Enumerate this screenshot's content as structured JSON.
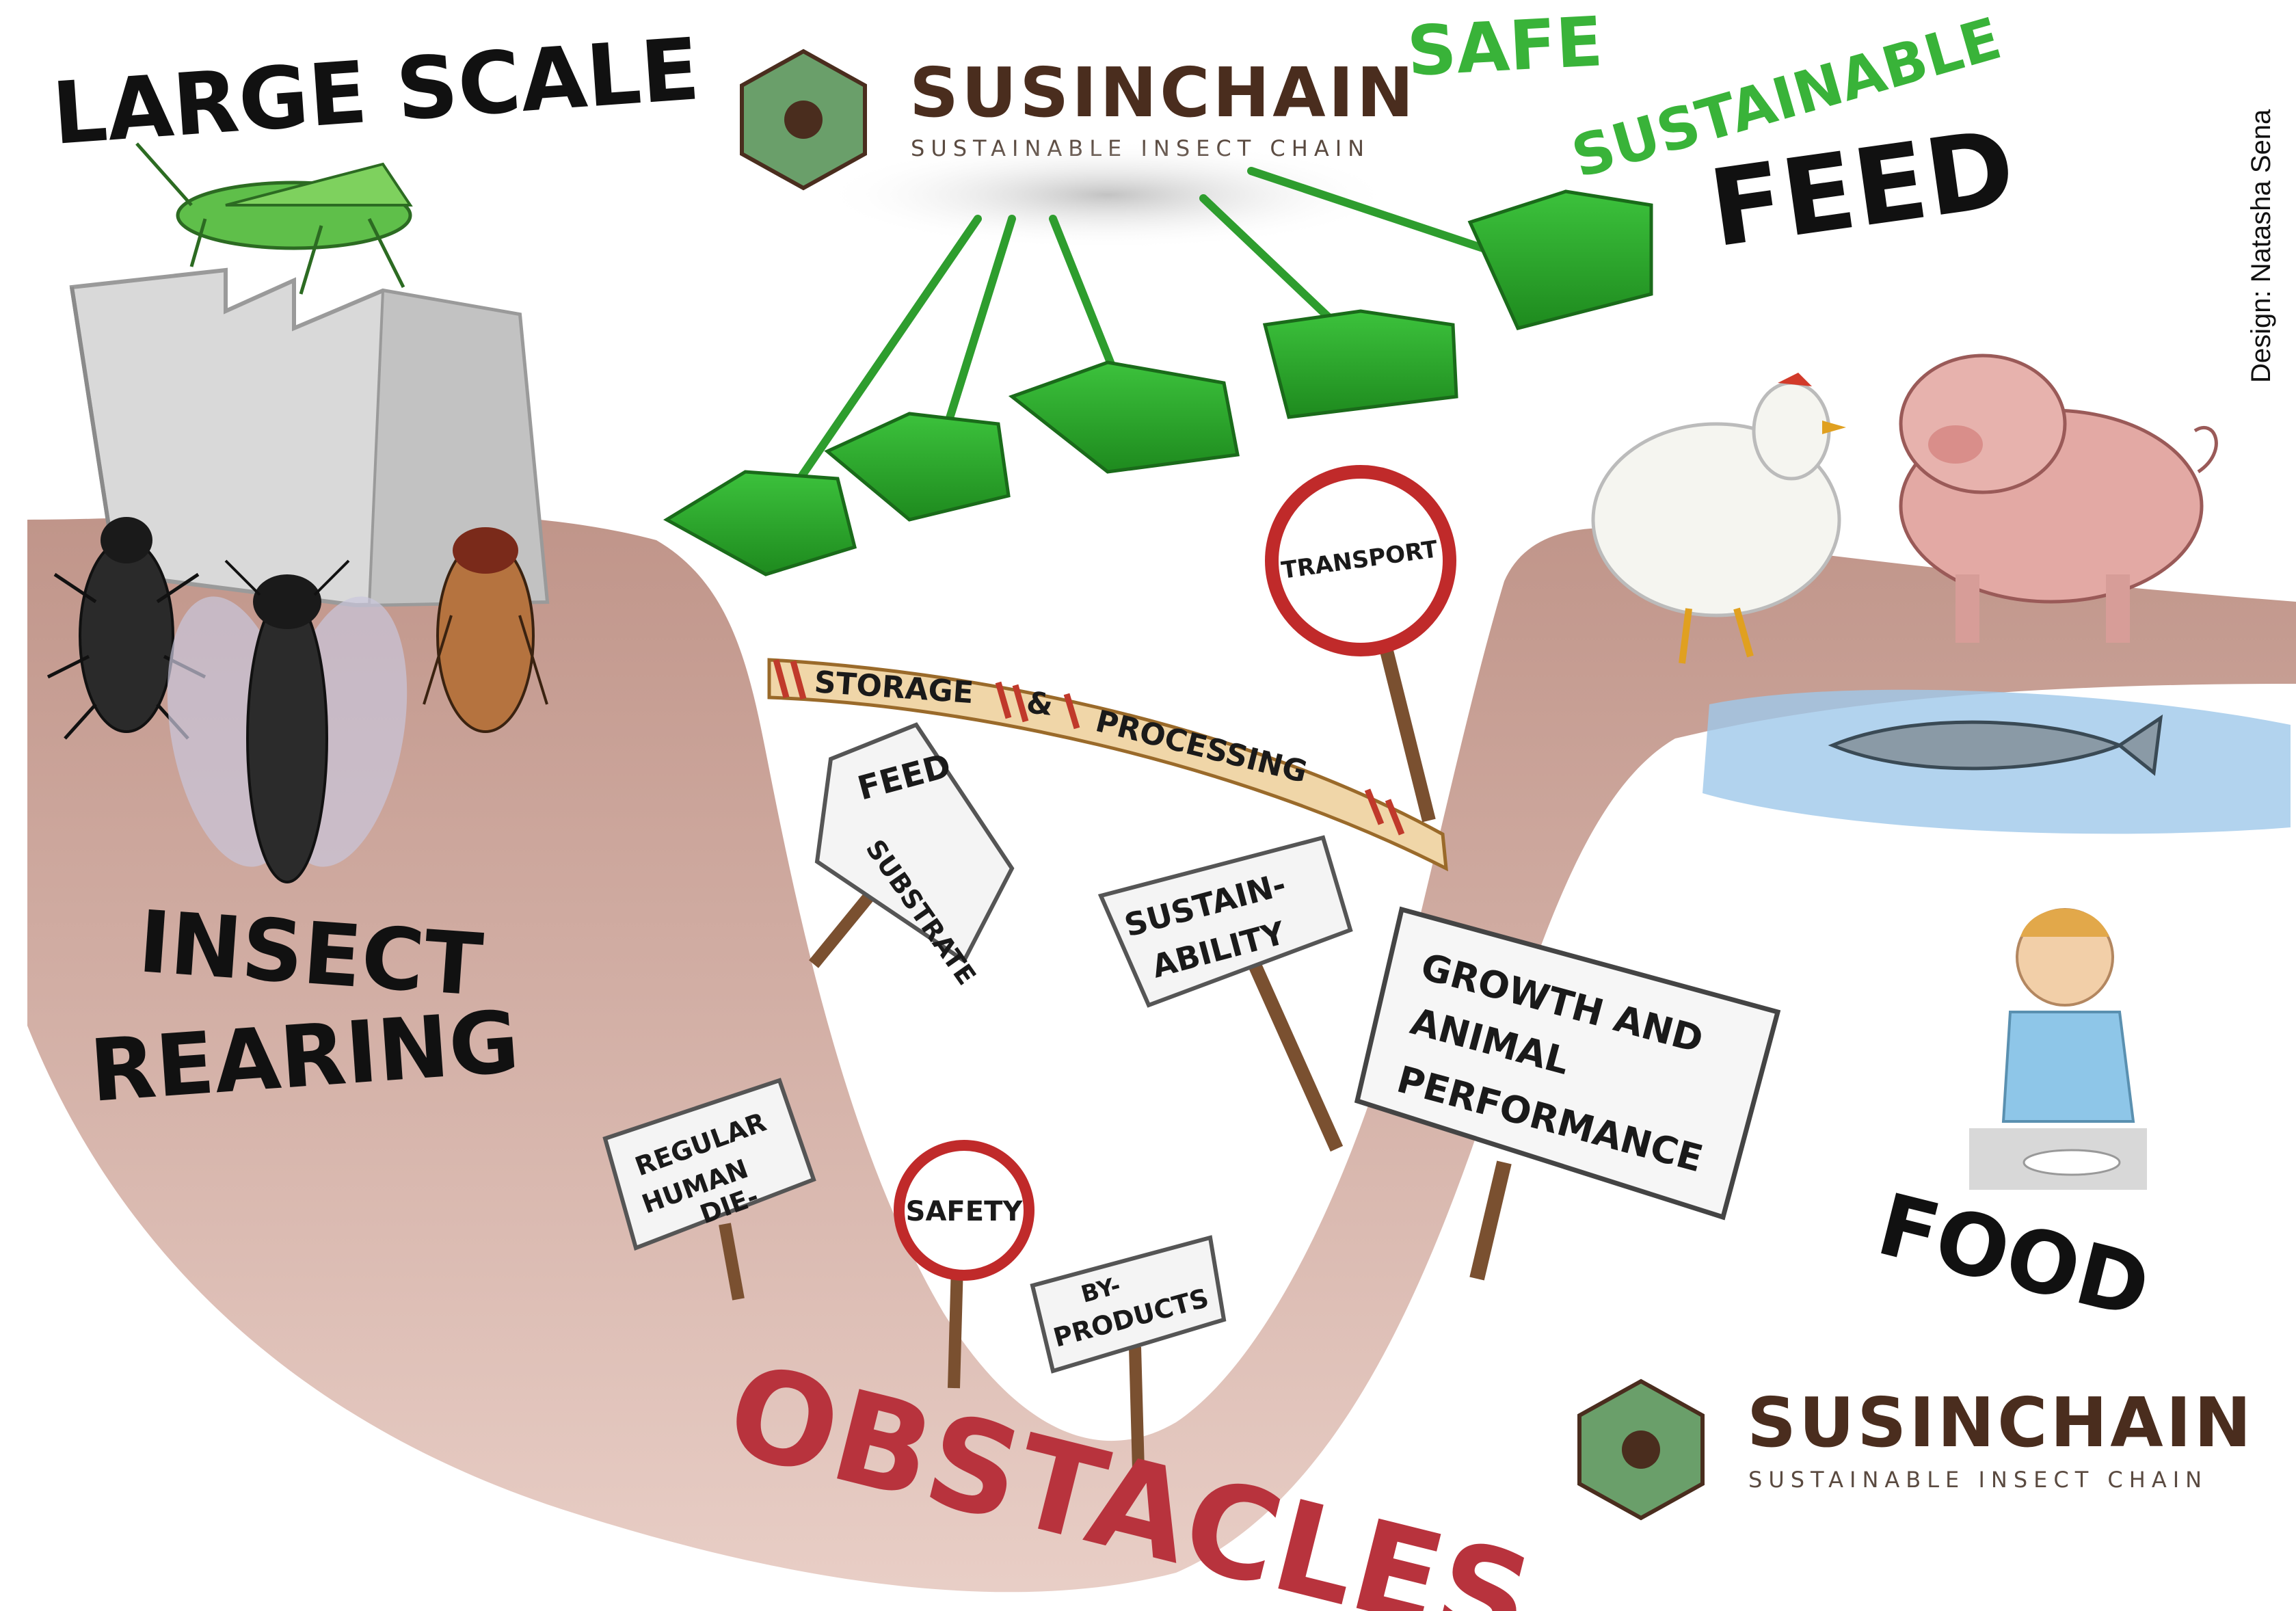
{
  "logo": {
    "name": "SUSINCHAIN",
    "tagline": "SUSTAINABLE INSECT CHAIN"
  },
  "credit": "Design: Natasha Sena",
  "headings": {
    "large_scale": "LARGE SCALE",
    "insect_rearing_line1": "INSECT",
    "insect_rearing_line2": "REARING",
    "safe": "SAFE",
    "sustainable": "SUSTAINABLE",
    "feed": "FEED",
    "food": "FOOD",
    "obstacles": "OBSTACLES"
  },
  "banner": {
    "storage": "STORAGE",
    "amp": "&",
    "processing": "PROCESSING"
  },
  "signs": {
    "transport": "TRANSPORT",
    "feed_substrate_line1": "FEED",
    "feed_substrate_line2": "SUBSTRATE",
    "sustainability_line1": "SUSTAIN-",
    "sustainability_line2": "ABILITY",
    "growth_line1": "GROWTH AND",
    "growth_line2": "ANIMAL",
    "growth_line3": "PERFORMANCE",
    "regular_line1": "REGULAR",
    "regular_line2": "HUMAN",
    "regular_line3": "DIE-",
    "safety": "SAFETY",
    "byproducts_line1": "BY-",
    "byproducts_line2": "PRODUCTS"
  },
  "colors": {
    "green": "#2fae2f",
    "dark_green": "#1f7a1f",
    "ground": "#c99486",
    "obstacles_red": "#b8333d",
    "brand_brown": "#4a2d1e",
    "water": "#9fc8ea"
  }
}
